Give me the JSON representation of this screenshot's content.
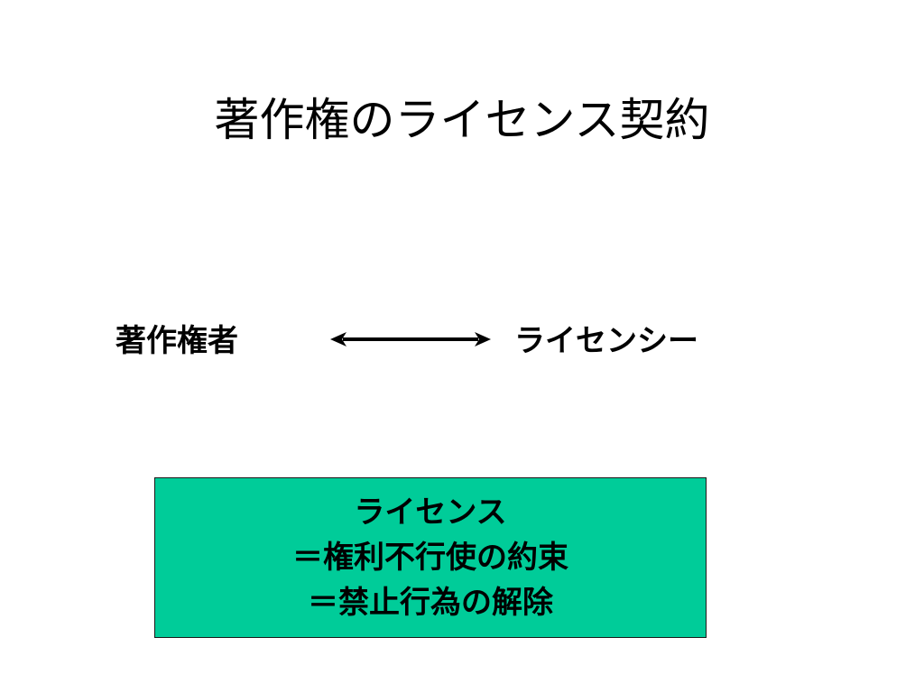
{
  "slide": {
    "title": "著作権のライセンス契約"
  },
  "relationship": {
    "licensor": "著作権者",
    "licensee": "ライセンシー",
    "arrow_icon": "double-headed-arrow-icon"
  },
  "definition_box": {
    "lines": [
      "ライセンス",
      "＝権利不行使の約束",
      "＝禁止行為の解除"
    ],
    "background_color": "#00CC99"
  },
  "colors": {
    "text": "#000000",
    "background": "#FFFFFF",
    "box_fill": "#00CC99"
  }
}
